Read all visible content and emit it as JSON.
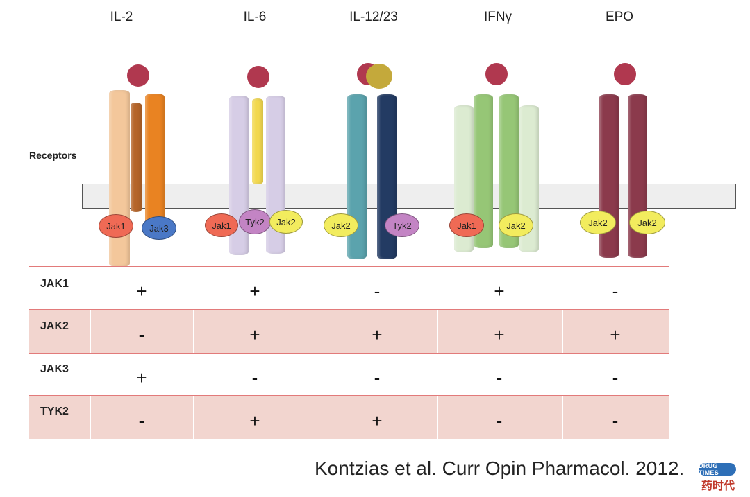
{
  "cytokines": [
    {
      "label": "IL-2"
    },
    {
      "label": "IL-6"
    },
    {
      "label": "IL-12/23"
    },
    {
      "label": "IFNγ"
    },
    {
      "label": "EPO"
    }
  ],
  "receptors_label": "Receptors",
  "kinases": {
    "il2_jak1": "Jak1",
    "il2_jak3": "Jak3",
    "il6_jak1": "Jak1",
    "il6_tyk2": "Tyk2",
    "il6_jak2": "Jak2",
    "il12_jak2": "Jak2",
    "il12_tyk2": "Tyk2",
    "ifng_jak1": "Jak1",
    "ifng_jak2": "Jak2",
    "epo_jak2_a": "Jak2",
    "epo_jak2_b": "Jak2"
  },
  "colors": {
    "ligand": "#b0384f",
    "ligand_il23": "#c4a93b",
    "jak1": "#ef6a55",
    "jak2": "#f2ec5e",
    "jak3": "#4a78c6",
    "tyk2": "#c384c4",
    "table_shade": "#f2d5cf",
    "table_line": "#e27a7a"
  },
  "table": {
    "rows": [
      {
        "label": "JAK1",
        "values": [
          "+",
          "+",
          "-",
          "+",
          "-"
        ]
      },
      {
        "label": "JAK2",
        "values": [
          "-",
          "+",
          "+",
          "+",
          "+"
        ]
      },
      {
        "label": "JAK3",
        "values": [
          "+",
          "-",
          "-",
          "-",
          "-"
        ]
      },
      {
        "label": "TYK2",
        "values": [
          "-",
          "+",
          "+",
          "-",
          "-"
        ]
      }
    ]
  },
  "citation": "Kontzias et al. Curr Opin Pharmacol. 2012.",
  "logo": {
    "top": "DRUG TIMES",
    "bottom": "药时代"
  }
}
